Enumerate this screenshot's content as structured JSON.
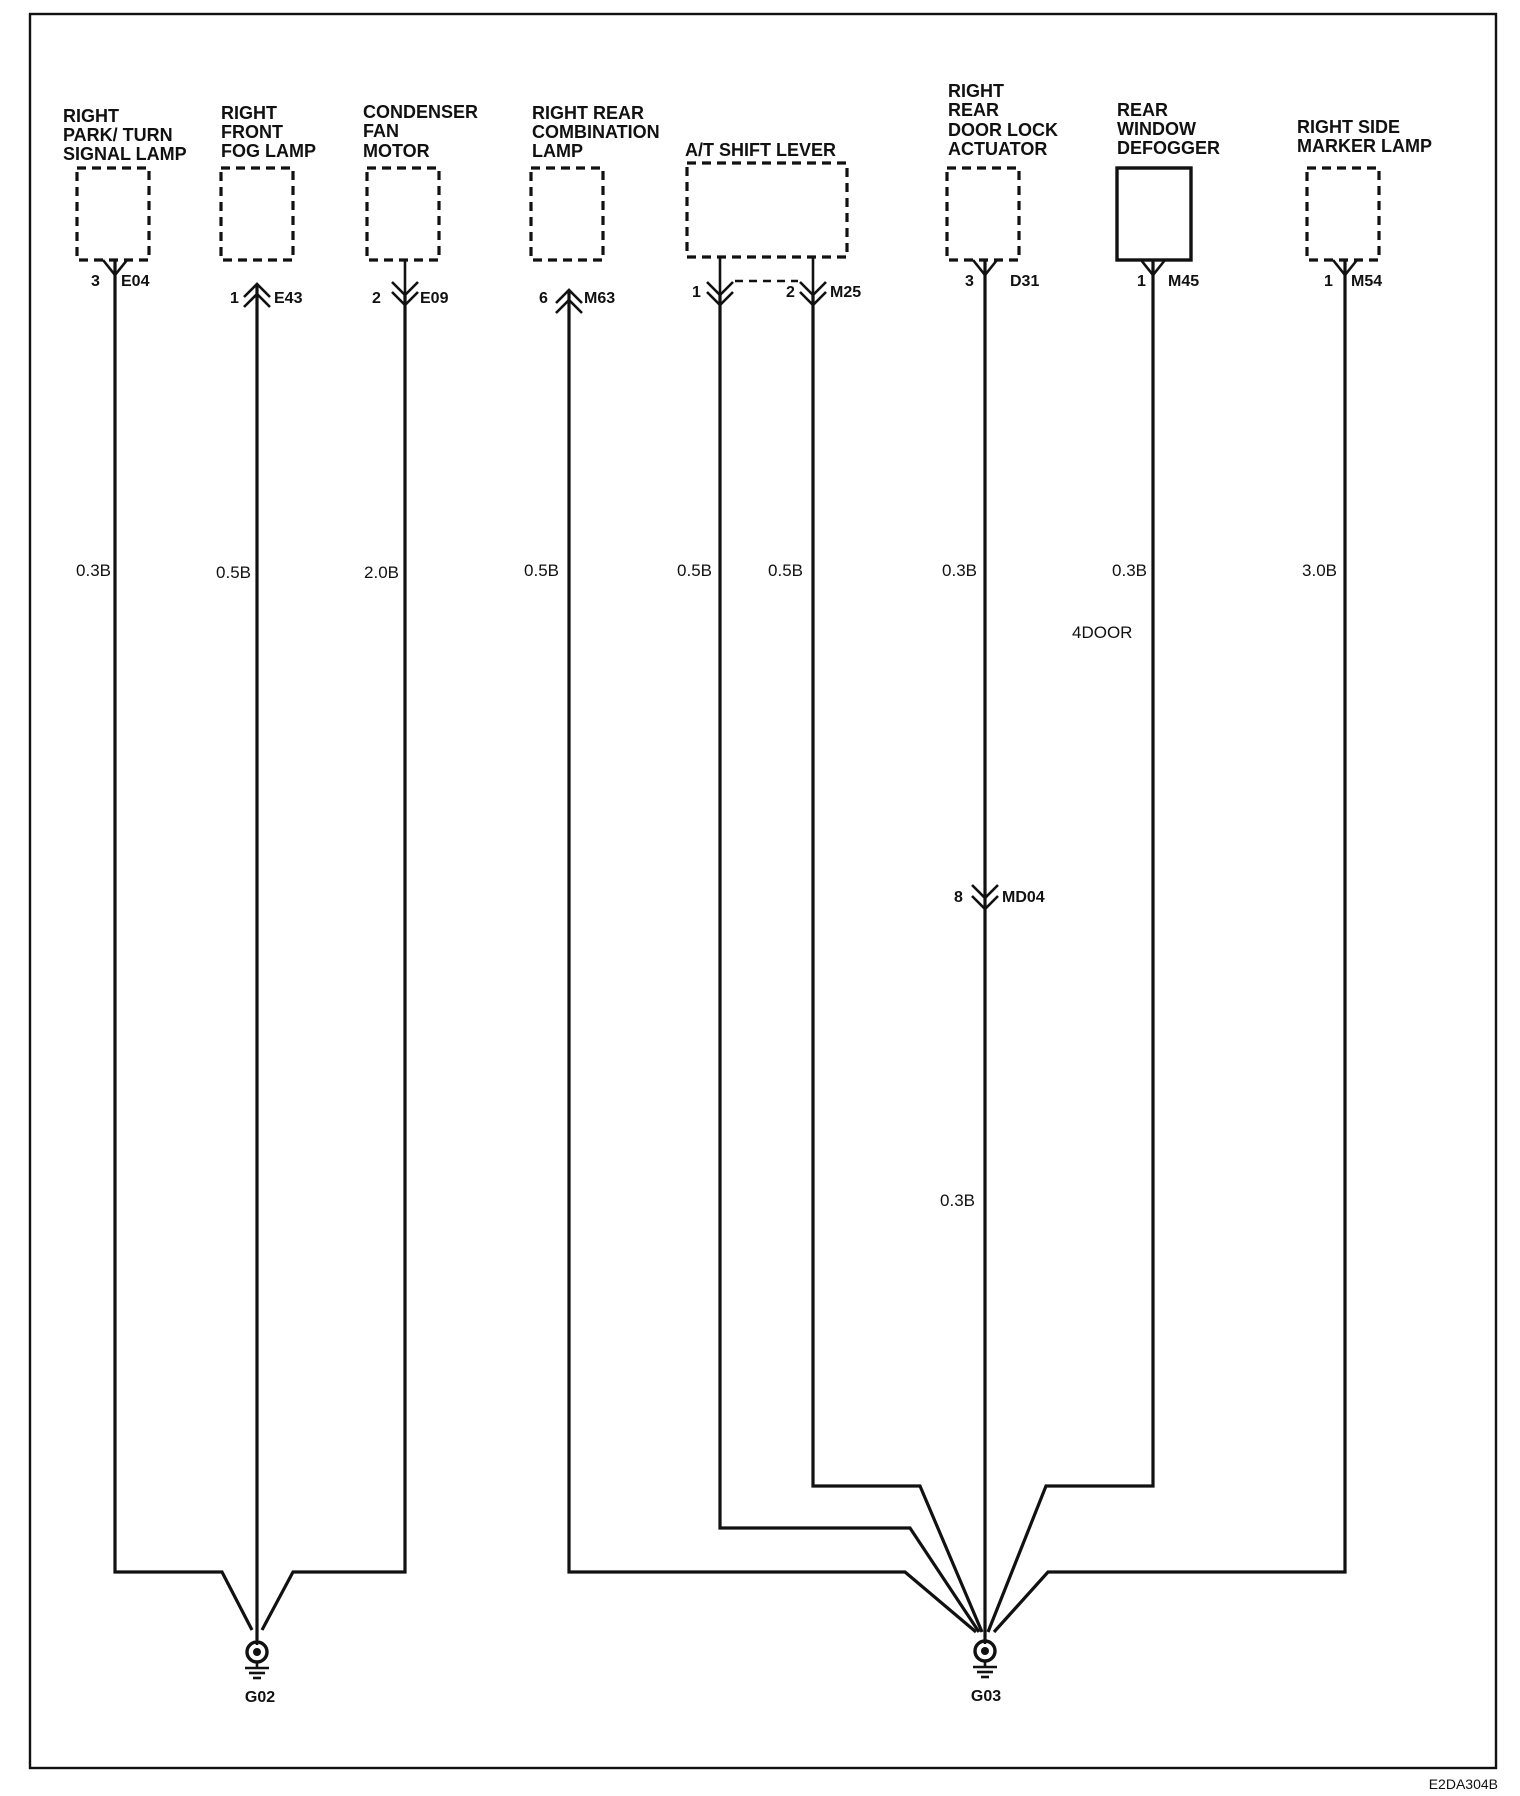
{
  "components": [
    {
      "id": "right-park-turn-signal-lamp",
      "label": [
        "RIGHT",
        "PARK/ TURN",
        "SIGNAL LAMP"
      ],
      "pin": "3",
      "connector": "E04",
      "gauge": "0.3B"
    },
    {
      "id": "right-front-fog-lamp",
      "label": [
        "RIGHT",
        "FRONT",
        "FOG LAMP"
      ],
      "pin": "1",
      "connector": "E43",
      "gauge": "0.5B"
    },
    {
      "id": "condenser-fan-motor",
      "label": [
        "CONDENSER",
        "FAN",
        "MOTOR"
      ],
      "pin": "2",
      "connector": "E09",
      "gauge": "2.0B"
    },
    {
      "id": "right-rear-combination-lamp",
      "label": [
        "RIGHT REAR",
        "COMBINATION",
        "LAMP"
      ],
      "pin": "6",
      "connector": "M63",
      "gauge": "0.5B"
    },
    {
      "id": "at-shift-lever",
      "label": [
        "A/T SHIFT LEVER"
      ],
      "pins": [
        "1",
        "2"
      ],
      "connector": "M25",
      "gauges": [
        "0.5B",
        "0.5B"
      ]
    },
    {
      "id": "right-rear-door-lock-actuator",
      "label": [
        "RIGHT",
        "REAR",
        "DOOR LOCK",
        "ACTUATOR"
      ],
      "pin": "3",
      "connector": "D31",
      "gauge": "0.3B",
      "inline_pin": "8",
      "inline_connector": "MD04",
      "gauge_lower": "0.3B"
    },
    {
      "id": "rear-window-defogger",
      "label": [
        "REAR",
        "WINDOW",
        "DEFOGGER"
      ],
      "pin": "1",
      "connector": "M45",
      "gauge": "0.3B",
      "note": "4DOOR"
    },
    {
      "id": "right-side-marker-lamp",
      "label": [
        "RIGHT SIDE",
        "MARKER LAMP"
      ],
      "pin": "1",
      "connector": "M54",
      "gauge": "3.0B"
    }
  ],
  "grounds": [
    "G02",
    "G03"
  ],
  "figure_code": "E2DA304B"
}
